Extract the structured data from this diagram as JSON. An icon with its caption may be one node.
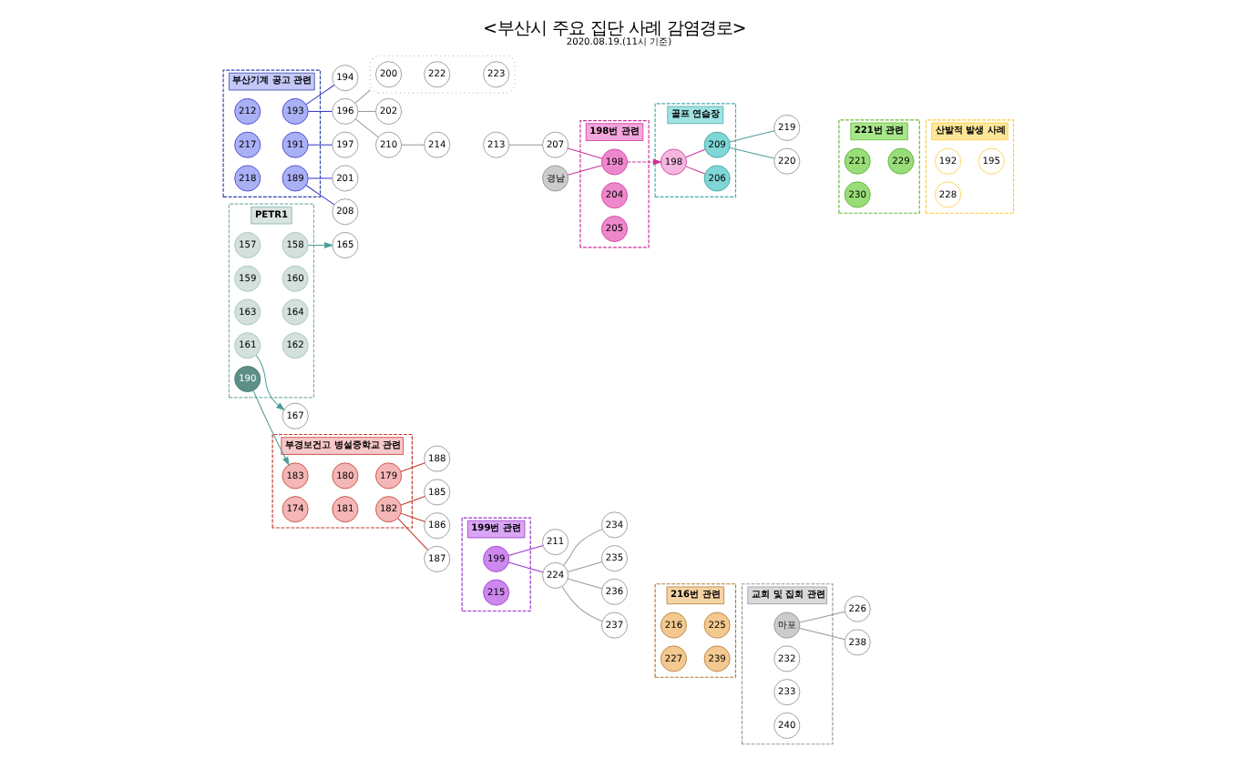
{
  "diagram": {
    "title": "<부산시 주요 집단 사례 감염경로>",
    "caption": "2020.08.19.(11시 기준)",
    "nodes": [
      {
        "text": [
          "PETR1"
        ]
      },
      {
        "text": [
          "157"
        ],
        "in": 0
      },
      {
        "text": [
          "158"
        ],
        "in": 0
      },
      {
        "text": [
          "159"
        ],
        "in": 0
      },
      {
        "text": [
          "160"
        ],
        "in": 0
      },
      {
        "text": [
          "161"
        ],
        "in": 0
      },
      {
        "text": [
          "162"
        ],
        "in": 0
      },
      {
        "text": [
          "163"
        ],
        "in": 0
      },
      {
        "text": [
          "164"
        ],
        "in": 0
      },
      {
        "text": [
          "190"
        ],
        "in": 0
      },
      {
        "text": [
          "165"
        ]
      },
      {
        "text": [
          "167"
        ]
      },
      {
        "text": [
          "부경보건고 병설중학교 관련"
        ]
      },
      {
        "text": [
          "183"
        ],
        "in": 12
      },
      {
        "text": [
          "180"
        ],
        "in": 12
      },
      {
        "text": [
          "179"
        ],
        "in": 12
      },
      {
        "text": [
          "174"
        ],
        "in": 12
      },
      {
        "text": [
          "181"
        ],
        "in": 12
      },
      {
        "text": [
          "182"
        ],
        "in": 12
      },
      {
        "text": [
          "188"
        ]
      },
      {
        "text": [
          "185"
        ]
      },
      {
        "text": [
          "186"
        ]
      },
      {
        "text": [
          "187"
        ]
      },
      {
        "text": [
          "199번 관련"
        ]
      },
      {
        "text": [
          "199"
        ],
        "in": 23
      },
      {
        "text": [
          "215"
        ],
        "in": 23
      },
      {
        "text": [
          "211"
        ]
      },
      {
        "text": [
          "224"
        ]
      },
      {
        "text": [
          "234"
        ]
      },
      {
        "text": [
          "235"
        ]
      },
      {
        "text": [
          "236"
        ]
      },
      {
        "text": [
          "237"
        ]
      },
      {
        "text": [
          "216번 관련"
        ]
      },
      {
        "text": [
          "216"
        ],
        "in": 32
      },
      {
        "text": [
          "225"
        ],
        "in": 32
      },
      {
        "text": [
          "227"
        ],
        "in": 32
      },
      {
        "text": [
          "239"
        ],
        "in": 32
      },
      {
        "text": [
          "교회 및 집회 관련"
        ]
      },
      {
        "text": [
          "마포"
        ],
        "in": 37
      },
      {
        "text": [
          "232"
        ],
        "in": 37
      },
      {
        "text": [
          "233"
        ],
        "in": 37
      },
      {
        "text": [
          "240"
        ],
        "in": 37
      },
      {
        "text": [
          "226"
        ]
      },
      {
        "text": [
          "238"
        ]
      },
      {
        "text": [
          "부산기계 공고 관련"
        ]
      },
      {
        "text": [
          "212"
        ],
        "in": 44
      },
      {
        "text": [
          "193"
        ],
        "in": 44
      },
      {
        "text": [
          "217"
        ],
        "in": 44
      },
      {
        "text": [
          "191"
        ],
        "in": 44
      },
      {
        "text": [
          "218"
        ],
        "in": 44
      },
      {
        "text": [
          "189"
        ],
        "in": 44
      },
      {
        "text": [
          "194"
        ]
      },
      {
        "text": [
          "196"
        ]
      },
      {
        "text": [
          "197"
        ]
      },
      {
        "text": [
          "201"
        ]
      },
      {
        "text": [
          "208"
        ]
      },
      {
        "text": [],
        "shape": "box"
      },
      {
        "text": [
          "200"
        ],
        "in": 56
      },
      {
        "text": [
          "222"
        ],
        "in": 56
      },
      {
        "text": [
          "223"
        ],
        "in": 56
      },
      {
        "text": [
          "202"
        ]
      },
      {
        "text": [
          "210"
        ]
      },
      {
        "text": [
          "214"
        ]
      },
      {
        "text": [
          "213"
        ]
      },
      {
        "text": [
          "207"
        ]
      },
      {
        "text": [
          "경남"
        ]
      },
      {
        "text": [
          "198번 관련"
        ]
      },
      {
        "text": [
          "198"
        ],
        "in": 66
      },
      {
        "text": [
          "204"
        ],
        "in": 66
      },
      {
        "text": [
          "205"
        ],
        "in": 66
      },
      {
        "text": [
          "골프 연습장"
        ]
      },
      {
        "text": [
          "198"
        ],
        "in": 70
      },
      {
        "text": [
          "206"
        ],
        "in": 70
      },
      {
        "text": [
          "209"
        ],
        "in": 70
      },
      {
        "text": [
          "219"
        ]
      },
      {
        "text": [
          "220"
        ]
      },
      {
        "text": [
          "221번 관련"
        ]
      },
      {
        "text": [
          "221"
        ],
        "in": 76
      },
      {
        "text": [
          "229"
        ],
        "in": 76
      },
      {
        "text": [
          "230"
        ],
        "in": 76
      },
      {
        "text": [
          "산발적 발생 사례"
        ]
      },
      {
        "text": [
          "192"
        ],
        "in": 80
      },
      {
        "text": [
          "195"
        ],
        "in": 80
      },
      {
        "text": [
          "228"
        ],
        "in": 80
      }
    ],
    "edges": [
      {
        "from": 2,
        "to": 10,
        "arrow": "to",
        "color": "#4a9e97"
      },
      {
        "from": 5,
        "to": 11,
        "arrow": "to",
        "color": "#4a9e97"
      },
      {
        "from": 9,
        "to": 13,
        "arrow": "to",
        "color": "#4a9e97"
      },
      {
        "from": 15,
        "to": 19,
        "arrow": "none",
        "color": "#c0392b"
      },
      {
        "from": 18,
        "to": 20,
        "arrow": "none",
        "color": "#c0392b"
      },
      {
        "from": 18,
        "to": 21,
        "arrow": "none",
        "color": "#c0392b"
      },
      {
        "from": 18,
        "to": 22,
        "arrow": "none",
        "color": "#c0392b"
      },
      {
        "from": 24,
        "to": 26,
        "arrow": "none",
        "color": "#9933cc"
      },
      {
        "from": 24,
        "to": 27,
        "arrow": "none",
        "color": "#9933cc"
      },
      {
        "from": 27,
        "to": 28,
        "arrow": "none"
      },
      {
        "from": 27,
        "to": 29,
        "arrow": "none"
      },
      {
        "from": 27,
        "to": 30,
        "arrow": "none"
      },
      {
        "from": 27,
        "to": 31,
        "arrow": "none"
      },
      {
        "from": 38,
        "to": 42,
        "arrow": "none"
      },
      {
        "from": 38,
        "to": 43,
        "arrow": "none"
      },
      {
        "from": 46,
        "to": 51,
        "arrow": "none",
        "color": "#3333cc"
      },
      {
        "from": 46,
        "to": 52,
        "arrow": "none",
        "color": "#3333cc"
      },
      {
        "from": 48,
        "to": 53,
        "arrow": "none",
        "color": "#3333cc"
      },
      {
        "from": 50,
        "to": 54,
        "arrow": "none",
        "color": "#3333cc"
      },
      {
        "from": 50,
        "to": 55,
        "arrow": "none",
        "color": "#3333cc"
      },
      {
        "from": 52,
        "to": 56,
        "arrow": "none"
      },
      {
        "from": 52,
        "to": 60,
        "arrow": "none"
      },
      {
        "from": 52,
        "to": 61,
        "arrow": "none"
      },
      {
        "from": 61,
        "to": 62,
        "arrow": "none"
      },
      {
        "from": 63,
        "to": 64,
        "arrow": "none"
      },
      {
        "from": 64,
        "to": 67,
        "arrow": "none",
        "color": "#cc3399"
      },
      {
        "from": 65,
        "to": 67,
        "arrow": "none",
        "color": "#cc3399"
      },
      {
        "from": 67,
        "to": 71,
        "arrow": "to",
        "style": "dashed",
        "color": "#cc3399"
      },
      {
        "from": 71,
        "to": 72,
        "arrow": "none",
        "color": "#cc3399"
      },
      {
        "from": 71,
        "to": 73,
        "arrow": "none",
        "color": "#cc3399"
      },
      {
        "from": 73,
        "to": 74,
        "arrow": "none",
        "color": "#4a9e97"
      },
      {
        "from": 73,
        "to": 75,
        "arrow": "none",
        "color": "#4a9e97"
      }
    ]
  }
}
